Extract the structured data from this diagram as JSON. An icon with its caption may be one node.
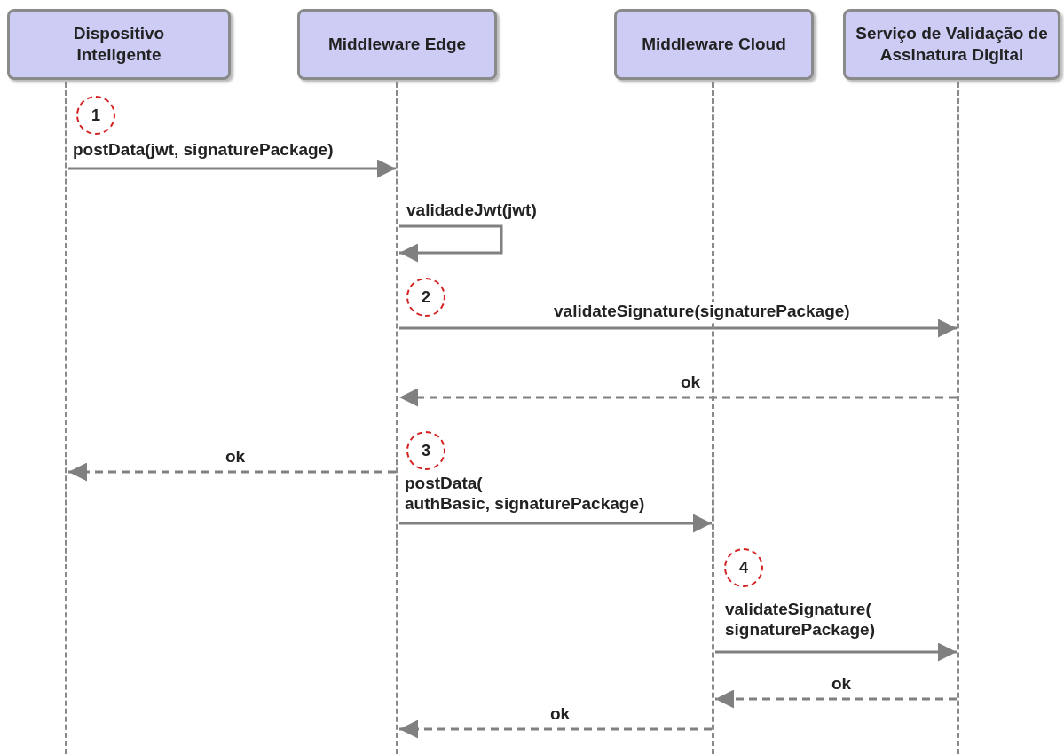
{
  "diagram": {
    "nodes": [
      {
        "text": [
          "Dispositivo Inteligente"
        ]
      },
      {
        "text": [
          "Middleware Edge"
        ]
      },
      {
        "text": [
          "Middleware Cloud"
        ]
      },
      {
        "text": [
          "Serviço de Validação de Assinatura Digital"
        ]
      },
      {
        "text": [],
        "shape": "line"
      },
      {
        "text": [],
        "shape": "line"
      },
      {
        "text": [],
        "shape": "line"
      },
      {
        "text": [],
        "shape": "line"
      },
      {
        "text": [
          "1"
        ]
      },
      {
        "text": [
          "2"
        ]
      },
      {
        "text": [
          "3"
        ]
      },
      {
        "text": [
          "4"
        ]
      }
    ],
    "edges": [
      {
        "from": 4,
        "to": 5,
        "arrow": "to",
        "label": "postData(jwt, signaturePackage)"
      },
      {
        "from": 5,
        "to": 5,
        "arrow": "to",
        "label": "validadeJwt(jwt)"
      },
      {
        "from": 5,
        "to": 7,
        "arrow": "to",
        "label": "validateSignature(signaturePackage)"
      },
      {
        "from": 7,
        "to": 5,
        "arrow": "to",
        "label": "ok",
        "style": "dashed"
      },
      {
        "from": 5,
        "to": 4,
        "arrow": "to",
        "label": "ok",
        "style": "dashed"
      },
      {
        "from": 5,
        "to": 6,
        "arrow": "to",
        "label": "postData( authBasic, signaturePackage)"
      },
      {
        "from": 6,
        "to": 7,
        "arrow": "to",
        "label": "validateSignature( signaturePackage)"
      },
      {
        "from": 7,
        "to": 6,
        "arrow": "to",
        "label": "ok",
        "style": "dashed"
      },
      {
        "from": 6,
        "to": 5,
        "arrow": "to",
        "label": "ok",
        "style": "dashed"
      }
    ]
  }
}
